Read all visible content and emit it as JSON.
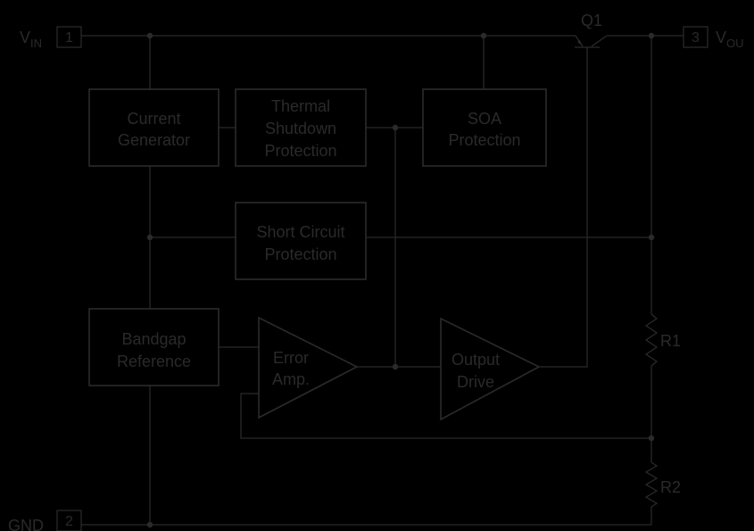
{
  "pins": {
    "vin": {
      "name": "V",
      "sub": "IN",
      "number": "1"
    },
    "vout": {
      "name": "V",
      "sub": "OU",
      "number": "3"
    },
    "gnd": {
      "name": "GND",
      "number": "2"
    }
  },
  "transistor": {
    "label": "Q1"
  },
  "blocks": {
    "current_generator": [
      "Current",
      "Generator"
    ],
    "thermal_shutdown": [
      "Thermal",
      "Shutdown",
      "Protection"
    ],
    "soa": [
      "SOA",
      "Protection"
    ],
    "short_circuit": [
      "Short Circuit",
      "Protection"
    ],
    "bandgap": [
      "Bandgap",
      "Reference"
    ],
    "error_amp": [
      "Error",
      "Amp."
    ],
    "output_drive": [
      "Output",
      "Drive"
    ]
  },
  "resistors": {
    "r1": "R1",
    "r2": "R2"
  },
  "colors": {
    "background": "#000000",
    "line": "#2b2b2b",
    "text": "#2a2a2a"
  }
}
